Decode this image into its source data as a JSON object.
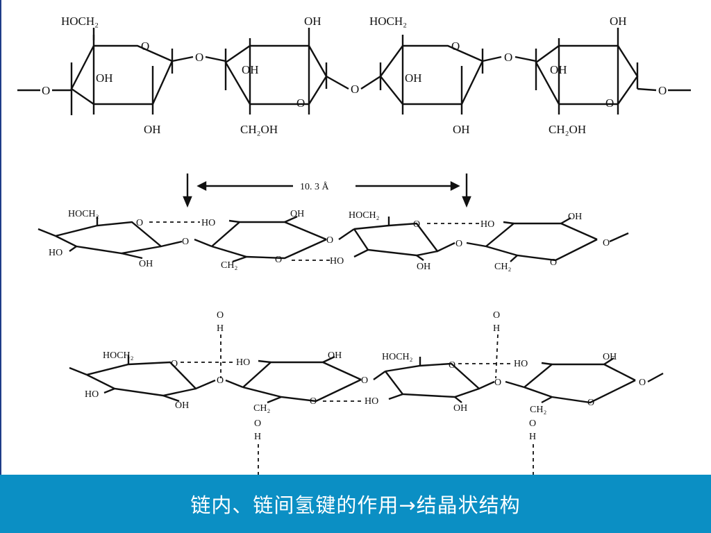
{
  "diagram": {
    "row1": {
      "top_labels": [
        "HOCH₂",
        "OH",
        "HOCH₂",
        "OH"
      ],
      "bottom_labels": [
        "OH",
        "CH₂OH",
        "OH",
        "CH₂OH"
      ],
      "ring_inner_labels": [
        "OH",
        "OH",
        "OH",
        "OH"
      ],
      "oxygen": "O"
    },
    "spacing_label": "10. 3 Å",
    "row2": {
      "labels_top": [
        "HOCH₂",
        "OH",
        "HOCH₂",
        "OH"
      ],
      "labels_ho": [
        "HO",
        "HO",
        "HO",
        "HO"
      ],
      "labels_bottom": [
        "OH",
        "CH₂",
        "OH",
        "CH₂"
      ],
      "oxygen": "O"
    },
    "row3": {
      "labels_top": [
        "HOCH₂",
        "OH",
        "HOCH₂",
        "OH"
      ],
      "labels_ho": [
        "HO",
        "HO",
        "HO",
        "HO"
      ],
      "labels_bottom": [
        "OH",
        "CH₂",
        "OH",
        "CH₂"
      ],
      "water_o": "O",
      "water_h": "H",
      "oxygen": "O"
    }
  },
  "caption": "链内、链间氢键的作用→结晶状结构",
  "colors": {
    "caption_bg": "#0b8fc4",
    "caption_text": "#ffffff",
    "left_rule": "#1f3c88"
  }
}
